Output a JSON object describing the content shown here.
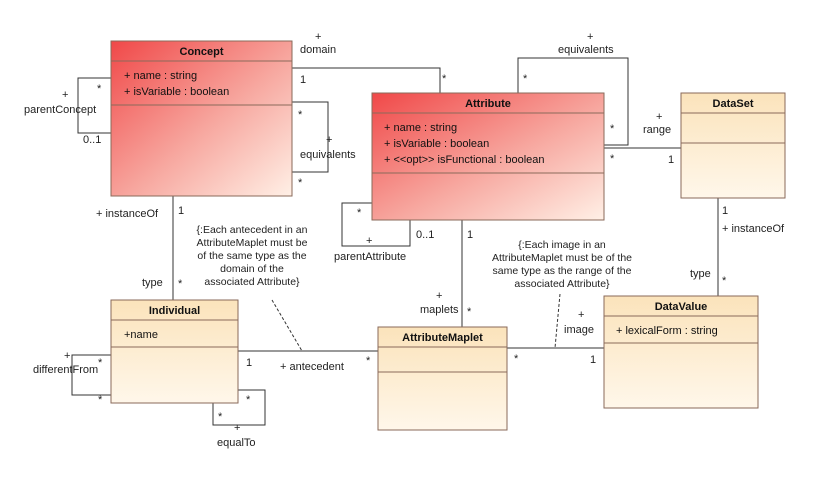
{
  "classes": {
    "concept": {
      "name": "Concept",
      "attributes": [
        "+ name : string",
        "+ isVariable : boolean"
      ]
    },
    "attribute": {
      "name": "Attribute",
      "attributes": [
        "+ name : string",
        "+ isVariable : boolean",
        "+ <<opt>> isFunctional : boolean"
      ]
    },
    "dataset": {
      "name": "DataSet",
      "attributes": []
    },
    "individual": {
      "name": "Individual",
      "attributes": [
        "+name"
      ]
    },
    "attributemaplet": {
      "name": "AttributeMaplet",
      "attributes": []
    },
    "datavalue": {
      "name": "DataValue",
      "attributes": [
        "+ lexicalForm : string"
      ]
    }
  },
  "labels": {
    "domain_plus": "+",
    "domain": "domain",
    "domain_1": "1",
    "domain_star": "*",
    "equiv_top_plus": "+",
    "equiv_top": "equivalents",
    "equiv_top_star1": "*",
    "equiv_top_star2": "*",
    "range_plus": "+",
    "range": "range",
    "range_star": "*",
    "range_1": "1",
    "parentconcept_plus": "+",
    "parentconcept": "parentConcept",
    "parentconcept_star": "*",
    "parentconcept_01": "0..1",
    "equiv_concept_plus": "+",
    "equiv_concept": "equivalents",
    "equiv_concept_star1": "*",
    "equiv_concept_star2": "*",
    "instanceof_left": "+ instanceOf",
    "instanceof_left_1": "1",
    "type_left": "type",
    "type_left_star": "*",
    "parentattr_plus": "+",
    "parentattr": "parentAttribute",
    "parentattr_star": "*",
    "parentattr_01": "0..1",
    "attr_maplets_1": "1",
    "maplets_plus": "+",
    "maplets": "maplets",
    "maplets_star": "*",
    "dataset_1": "1",
    "instanceof_right": "+ instanceOf",
    "type_right": "type",
    "type_right_star": "*",
    "image_plus": "+",
    "image": "image",
    "image_1": "1",
    "image_star": "*",
    "antecedent": "+ antecedent",
    "antecedent_1": "1",
    "antecedent_star": "*",
    "differentfrom_plus": "+",
    "differentfrom": "differentFrom",
    "differentfrom_star1": "*",
    "differentfrom_star2": "*",
    "equalto_star": "*",
    "equalto_plus": "+",
    "equalto": "equalTo",
    "equalto_star2": "*"
  },
  "notes": {
    "antecedent_note": [
      "{:Each antecedent in an",
      "AttributeMaplet must be",
      "of the same type as the",
      "domain of the",
      "associated Attribute}"
    ],
    "image_note": [
      "{:Each image in an",
      "AttributeMaplet must be of the",
      "same type as the range of the",
      "associated Attribute}"
    ]
  },
  "colors": {
    "abstract_fill_start": "#f05050",
    "abstract_fill_end": "#fff2e8",
    "concrete_fill_top": "#fbe8c6",
    "concrete_fill_bottom": "#fff6e6",
    "border": "#8a6a5a"
  }
}
